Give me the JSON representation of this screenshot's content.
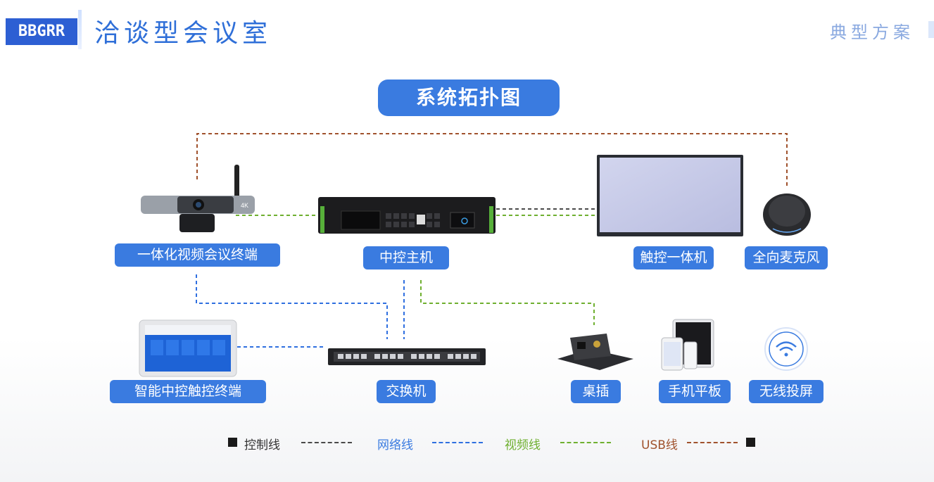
{
  "header": {
    "logo": "BBGRR",
    "title": "洽谈型会议室",
    "section": "典型方案"
  },
  "diagram": {
    "heading": "系统拓扑图",
    "nodes": {
      "terminal": "一体化视频会议终端",
      "controller": "中控主机",
      "touch_display": "触控一体机",
      "microphone": "全向麦克风",
      "touch_panel": "智能中控触控终端",
      "switch": "交换机",
      "desk_socket": "桌插",
      "phone_tablet": "手机平板",
      "wireless": "无线投屏"
    },
    "device_labels": {
      "camera_badge": "4K"
    }
  },
  "legend": {
    "control": "控制线",
    "network": "网络线",
    "video": "视频线",
    "usb": "USB线"
  },
  "colors": {
    "control": "#4a4a4a",
    "network": "#2f6fe0",
    "video": "#6fb030",
    "usb": "#a0522d",
    "accent": "#3a7be0"
  }
}
